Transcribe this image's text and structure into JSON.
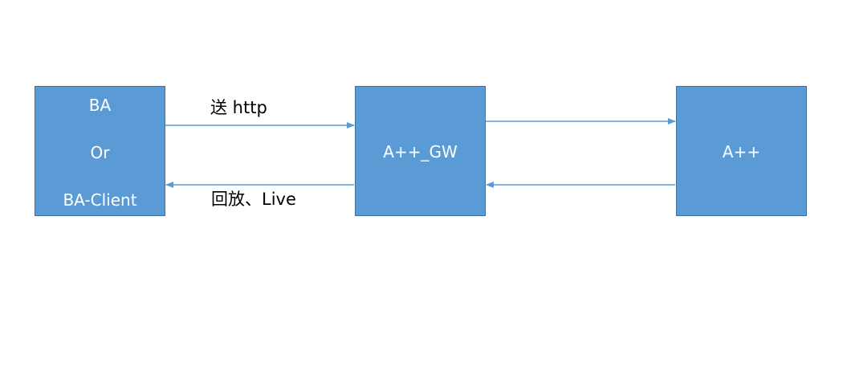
{
  "diagram": {
    "nodes": {
      "client": {
        "lines": [
          "BA",
          "Or",
          "BA-Client"
        ]
      },
      "gateway": {
        "label": "A++_GW"
      },
      "server": {
        "label": "A++"
      }
    },
    "edges": {
      "client_to_gateway": {
        "label": "送 http"
      },
      "gateway_to_client": {
        "label": "回放、Live"
      },
      "gateway_to_server": {
        "label": ""
      },
      "server_to_gateway": {
        "label": ""
      }
    },
    "colors": {
      "node_fill": "#5b9bd5",
      "node_border": "#41719c",
      "arrow": "#5b9bd5",
      "node_text": "#ffffff",
      "edge_text": "#000000"
    }
  }
}
